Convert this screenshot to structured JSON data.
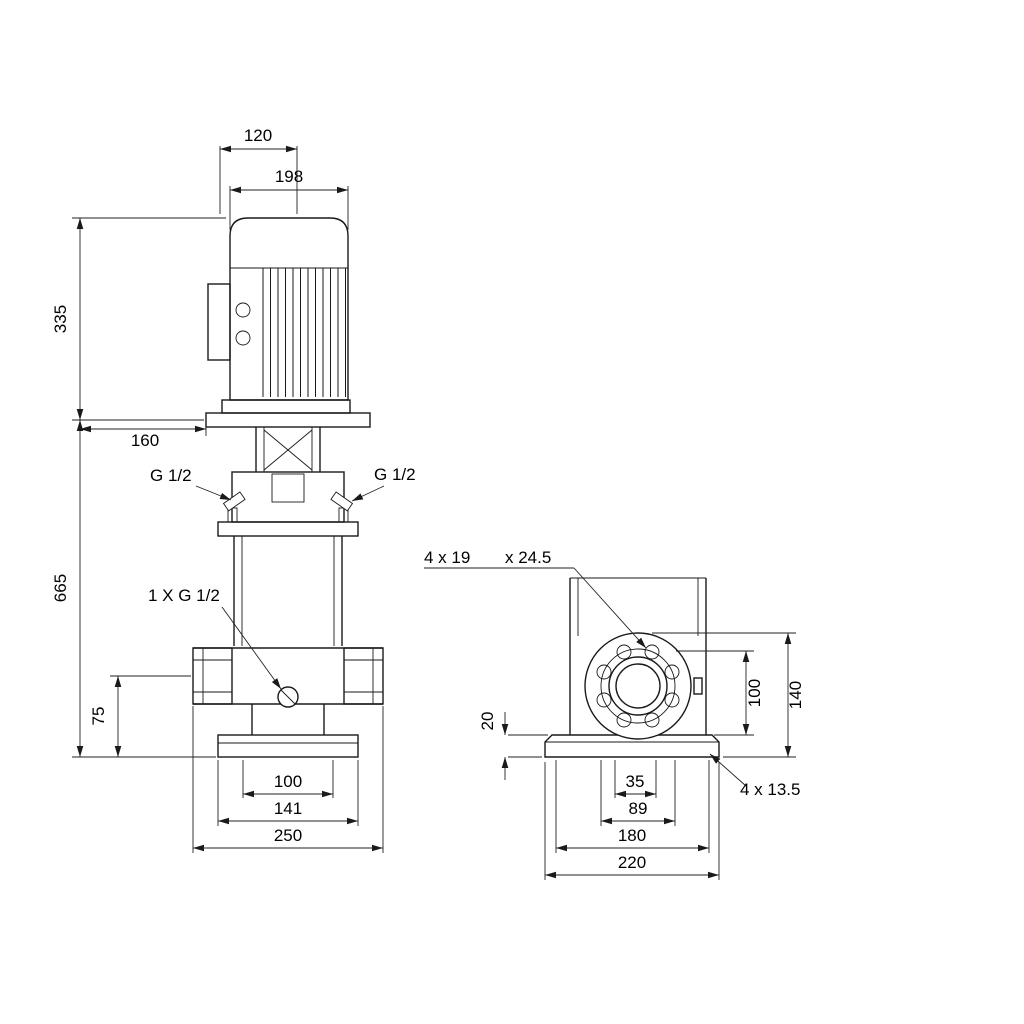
{
  "front": {
    "d120": "120",
    "d198": "198",
    "d335": "335",
    "d160": "160",
    "d665": "665",
    "plug_left": "G 1/2",
    "plug_right": "G 1/2",
    "drain": "1 X G 1/2",
    "d75": "75",
    "d100": "100",
    "d141": "141",
    "d250": "250"
  },
  "side": {
    "flange_holes": "4 x 19",
    "flange_holes2": "x 24.5",
    "d20": "20",
    "d100": "100",
    "d140": "140",
    "d35": "35",
    "d89": "89",
    "d180": "180",
    "d220": "220",
    "base_holes": "4 x 13.5"
  }
}
